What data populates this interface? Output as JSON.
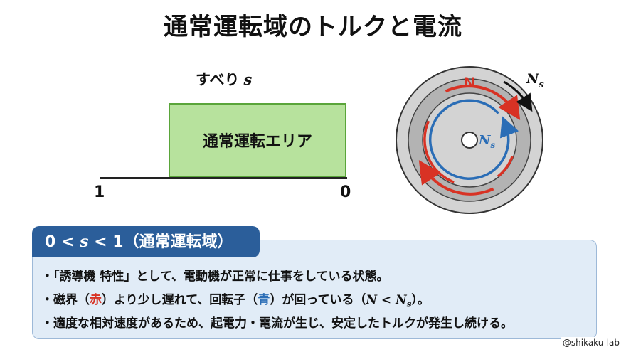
{
  "title": "通常運転域のトルクと電流",
  "slip_axis": {
    "label": "すべり",
    "variable": "s",
    "left_tick": "1",
    "right_tick": "0"
  },
  "zone_label": "通常運転エリア",
  "motor": {
    "pole_label": "N",
    "outer_speed_label": "N",
    "outer_speed_sub": "s",
    "inner_speed_label": "N",
    "inner_speed_sub": "s",
    "colors": {
      "stator_field": "#d83224",
      "rotor": "#2a6db6"
    }
  },
  "info": {
    "header_prefix": "0 < ",
    "header_var": "s",
    "header_suffix": " < 1（通常運転域）",
    "bullet1": "・「誘導機 特性」として、電動機が正常に仕事をしている状態。",
    "bullet2_a": "・磁界（",
    "bullet2_red": "赤",
    "bullet2_b": "）より少し遅れて、回転子（",
    "bullet2_blue": "青",
    "bullet2_c": "）が回っている（",
    "bullet2_n": "N",
    "bullet2_lt": " < ",
    "bullet2_ns": "N",
    "bullet2_ns_sub": "s",
    "bullet2_end": "）。",
    "bullet3": "・適度な相対速度があるため、起電力・電流が生じ、安定したトルクが発生し続ける。"
  },
  "credit": "@shikaku-lab"
}
